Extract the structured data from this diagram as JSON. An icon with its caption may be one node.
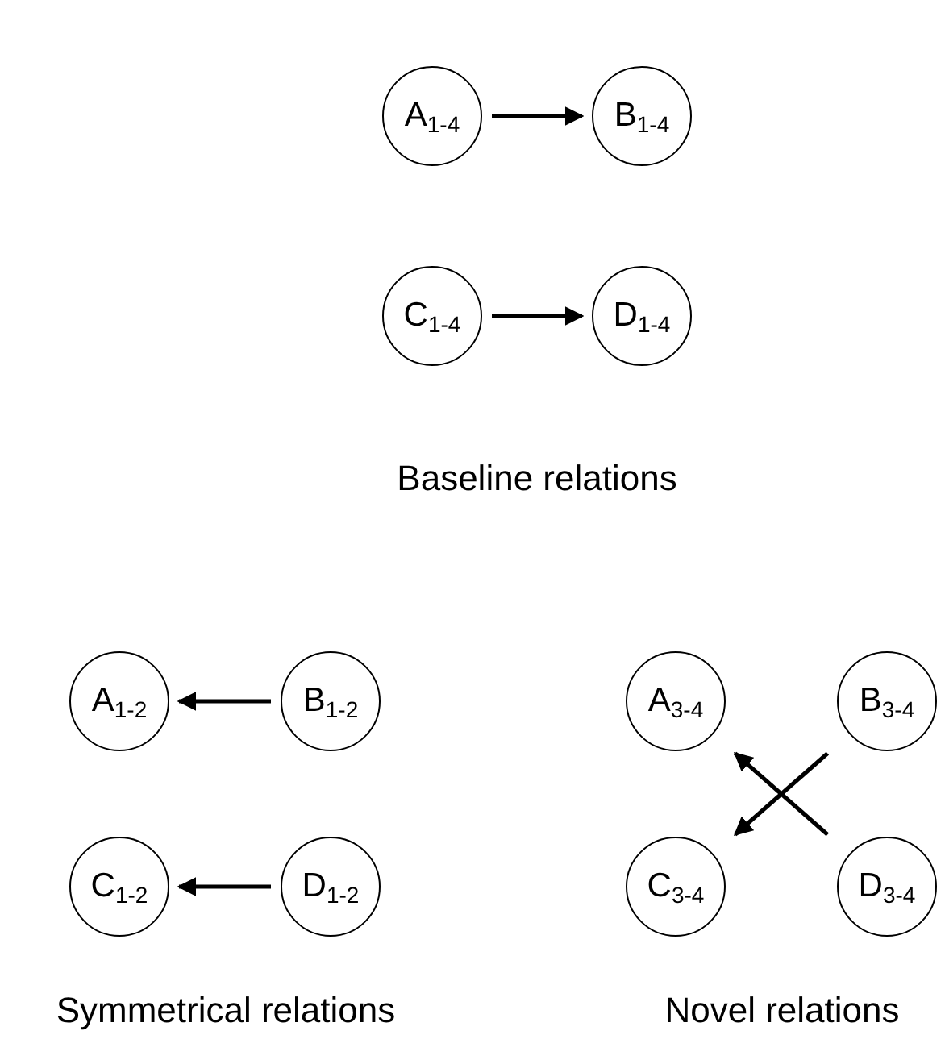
{
  "diagram": {
    "nodes": [
      {
        "text": [
          "A$_{1-4}$"
        ]
      },
      {
        "text": [
          "B$_{1-4}$"
        ]
      },
      {
        "text": [
          "C$_{1-4}$"
        ]
      },
      {
        "text": [
          "D$_{1-4}$"
        ]
      },
      {
        "text": [
          "A$_{1-2}$"
        ]
      },
      {
        "text": [
          "B$_{1-2}$"
        ]
      },
      {
        "text": [
          "A$_{3-4}$"
        ]
      },
      {
        "text": [
          "B$_{3-4}$"
        ]
      },
      {
        "text": [
          "C$_{1-2}$"
        ]
      },
      {
        "text": [
          "D$_{1-2}$"
        ]
      },
      {
        "text": [
          "C$_{3-4}$"
        ]
      },
      {
        "text": [
          "D$_{3-4}$"
        ]
      }
    ],
    "edges": [
      {
        "from": 0,
        "to": 1,
        "arrow": "to"
      },
      {
        "from": 2,
        "to": 3,
        "arrow": "to"
      },
      {
        "from": 5,
        "to": 4,
        "arrow": "to"
      },
      {
        "from": 9,
        "to": 8,
        "arrow": "to"
      },
      {
        "from": 7,
        "to": 10,
        "arrow": "to"
      },
      {
        "from": 11,
        "to": 6,
        "arrow": "to"
      }
    ],
    "labels": [
      "Baseline relations",
      "Symmetrical relations",
      "Novel relations"
    ]
  }
}
